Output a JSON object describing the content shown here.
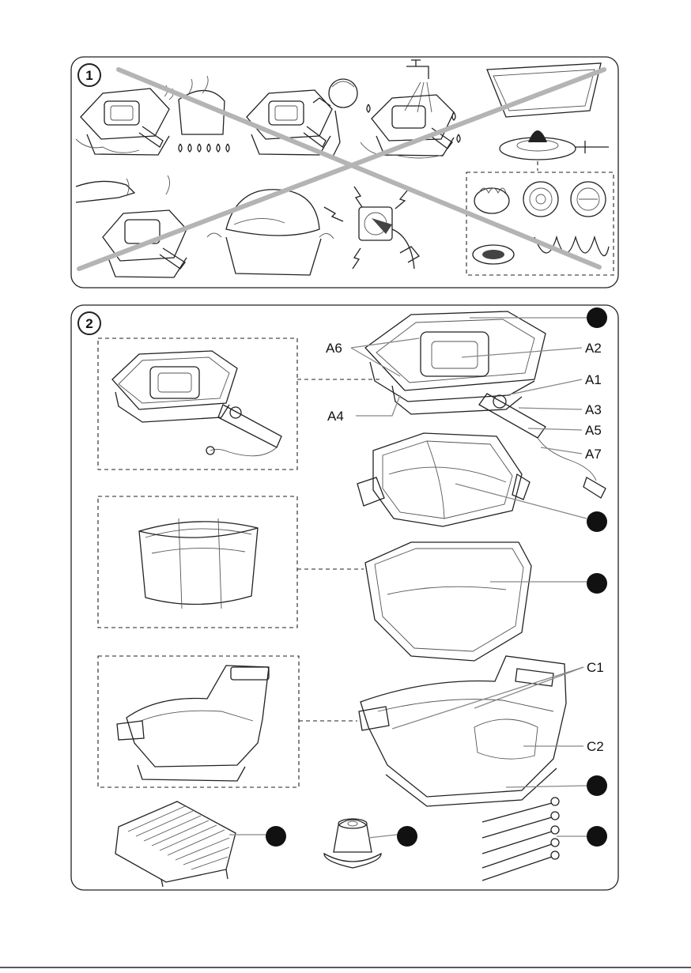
{
  "panel1": {
    "step": "1"
  },
  "panel2": {
    "step": "2",
    "labels": {
      "a6": "A6",
      "a2": "A2",
      "a1": "A1",
      "a3": "A3",
      "a5": "A5",
      "a7": "A7",
      "a4": "A4",
      "c1": "C1",
      "c2": "C2"
    }
  },
  "colors": {
    "cross": "#b4b4b4",
    "frame": "#222222",
    "callout": "#111111"
  }
}
